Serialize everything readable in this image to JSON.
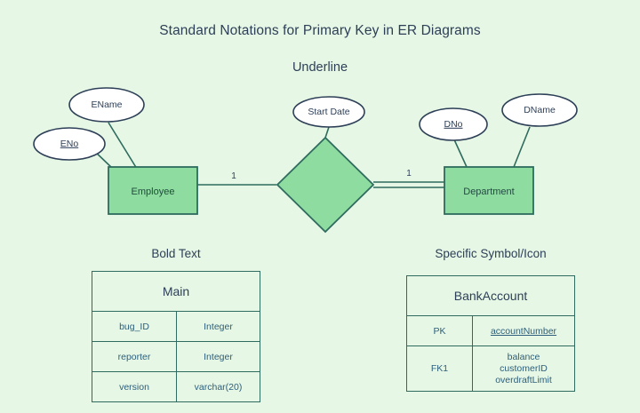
{
  "page": {
    "title": "Standard Notations for Primary Key in ER Diagrams",
    "background_color": "#e6f7e6"
  },
  "sections": {
    "underline": {
      "label": "Underline",
      "entities": [
        {
          "name": "Employee",
          "cardinality": "1"
        },
        {
          "name": "Department",
          "cardinality": "1"
        }
      ],
      "attributes": [
        {
          "name": "ENo",
          "primary_key": true,
          "owner": "Employee"
        },
        {
          "name": "EName",
          "primary_key": false,
          "owner": "Employee"
        },
        {
          "name": "Start Date",
          "primary_key": false,
          "owner": "relationship"
        },
        {
          "name": "DNo",
          "primary_key": true,
          "owner": "Department"
        },
        {
          "name": "DName",
          "primary_key": false,
          "owner": "Department"
        }
      ],
      "relationship": {
        "label": "",
        "shape": "diamond"
      }
    },
    "bold_text": {
      "label": "Bold Text",
      "table": {
        "title": "Main",
        "rows": [
          {
            "field": "bug_ID",
            "type": "Integer",
            "primary_key": true
          },
          {
            "field": "reporter",
            "type": "Integer",
            "primary_key": false
          },
          {
            "field": "version",
            "type": "varchar(20)",
            "primary_key": false
          }
        ]
      }
    },
    "specific_symbol": {
      "label": "Specific Symbol/Icon",
      "table": {
        "title": "BankAccount",
        "rows": [
          {
            "key": "PK",
            "fields": [
              "accountNumber"
            ],
            "underline": true
          },
          {
            "key": "FK1",
            "fields": [
              "balance",
              "customerID",
              "overdraftLimit"
            ],
            "underline": false
          }
        ]
      }
    }
  },
  "colors": {
    "entity_fill": "#8fdca0",
    "entity_stroke": "#2f6b5e",
    "attribute_fill": "#ffffff",
    "attribute_stroke": "#2d3f57",
    "line": "#2f6b5e",
    "text": "#2d3f57"
  }
}
